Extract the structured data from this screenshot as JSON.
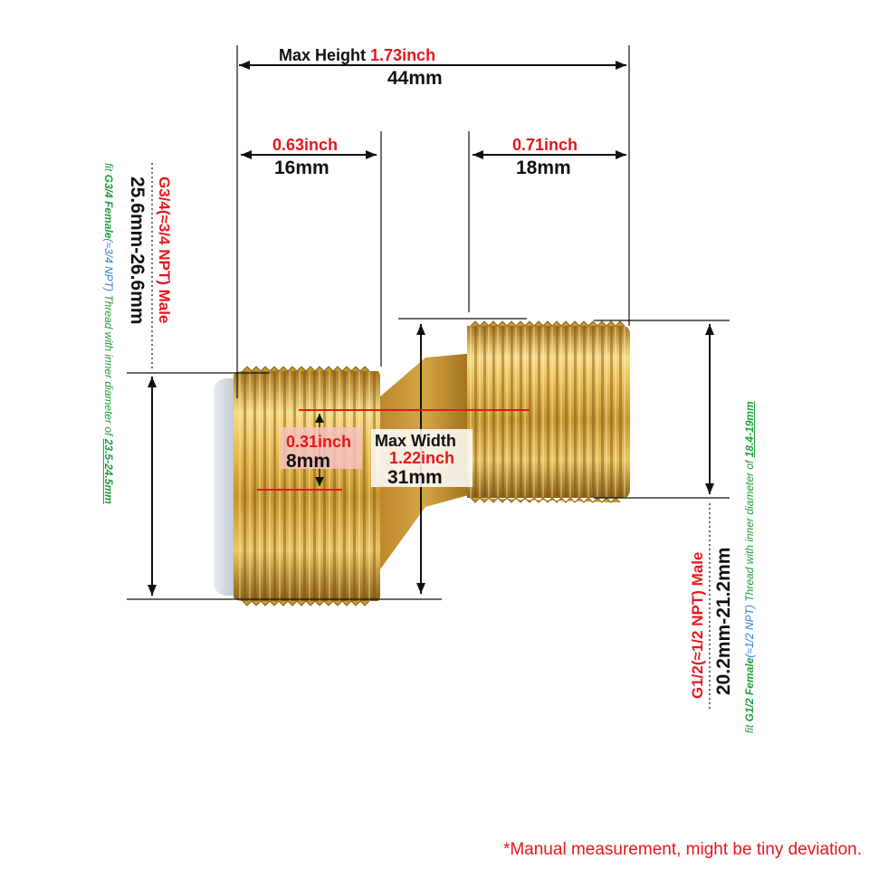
{
  "max_height": {
    "label": "Max Height",
    "inch": "1.73inch",
    "mm": "44mm"
  },
  "left_length": {
    "inch": "0.63inch",
    "mm": "16mm"
  },
  "right_length": {
    "inch": "0.71inch",
    "mm": "18mm"
  },
  "offset": {
    "inch": "0.31inch",
    "mm": "8mm"
  },
  "max_width": {
    "label": "Max Width",
    "inch": "1.22inch",
    "mm": "31mm"
  },
  "left_thread": {
    "spec": "G3/4(≈3/4 NPT) Male",
    "diameter": "25.6mm-26.6mm",
    "fit_prefix": "fit ",
    "fit_female": "G3/4 Female",
    "fit_npt": "(≈3/4 NPT)",
    "fit_suffix": " Thread with inner diameter of ",
    "fit_range": "23.5-24.5mm"
  },
  "right_thread": {
    "spec": "G1/2(≈1/2 NPT) Male",
    "diameter": "20.2mm-21.2mm",
    "fit_prefix": "fit ",
    "fit_female": "G1/2 Female",
    "fit_npt": "(≈1/2 NPT)",
    "fit_suffix": " Thread with inner diameter of ",
    "fit_range": "18.4-19mm"
  },
  "footnote": "*Manual measurement, might be tiny deviation.",
  "colors": {
    "brass_light": "#f3d37a",
    "brass_mid": "#d8a83c",
    "brass_dark": "#8a5f14",
    "red": "#e8161b",
    "green": "#1d9e3a",
    "blue": "#2a7fd4"
  }
}
